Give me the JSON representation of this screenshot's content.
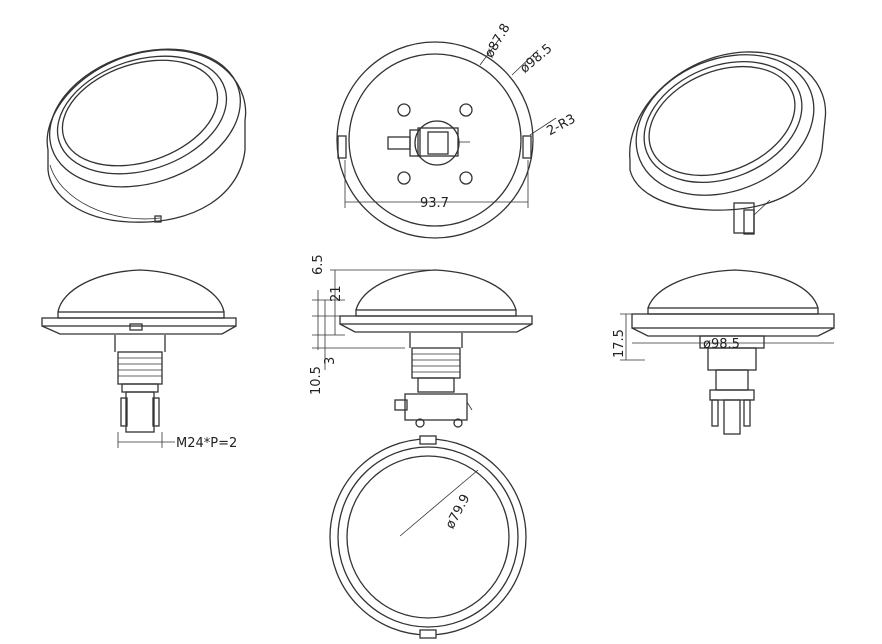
{
  "diagram": {
    "line_color": "#333333",
    "dimensions": {
      "top_inner_diameter": "ø87.8",
      "top_outer_diameter": "ø98.5",
      "mount_holes": "2-R3",
      "top_width": "93.7",
      "front_cap_height": "6.5",
      "front_total_height": "21",
      "front_flange_gap": "3",
      "front_flange_height": "10.5",
      "thread_spec": "M24*P=2",
      "side_outer_diameter": "ø98.5",
      "side_height": "17.5",
      "bottom_lens_diameter": "ø79.9"
    }
  }
}
